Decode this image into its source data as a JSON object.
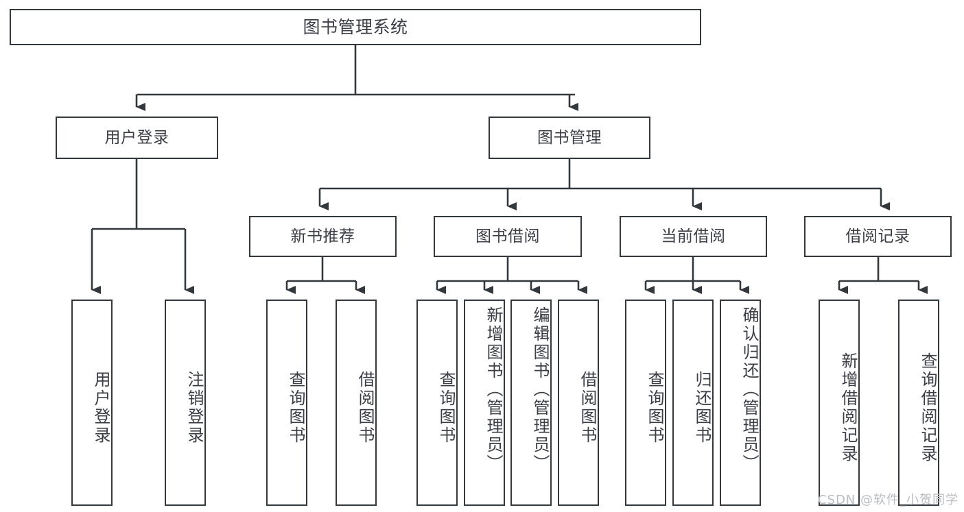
{
  "diagram": {
    "title": "图书管理系统",
    "type": "tree-hierarchy-diagram",
    "watermark": "CSDN @软件_小贺同学",
    "colors": {
      "box_border": "#33383d",
      "box_fill": "#ffffff",
      "text": "#3b3f45",
      "edge": "#33383d",
      "watermark": "#b9bcc0"
    },
    "nodes": {
      "root": {
        "label": "图书管理系统"
      },
      "level2": [
        {
          "id": "user-login",
          "label": "用户登录"
        },
        {
          "id": "book-management",
          "label": "图书管理"
        }
      ],
      "level3": [
        {
          "id": "new-book-recommend",
          "label": "新书推荐"
        },
        {
          "id": "book-borrow",
          "label": "图书借阅"
        },
        {
          "id": "current-borrow",
          "label": "当前借阅"
        },
        {
          "id": "borrow-record",
          "label": "借阅记录"
        }
      ],
      "leaves": {
        "user-login": [
          {
            "id": "user-login-action",
            "label": "用户登录"
          },
          {
            "id": "user-logout-action",
            "label": "注销登录"
          }
        ],
        "new-book-recommend": [
          {
            "id": "query-book-1",
            "label": "查询图书"
          },
          {
            "id": "borrow-book-1",
            "label": "借阅图书"
          }
        ],
        "book-borrow": [
          {
            "id": "query-book-2",
            "label": "查询图书"
          },
          {
            "id": "add-book-admin",
            "label": "新增图书（管理员）"
          },
          {
            "id": "edit-book-admin",
            "label": "编辑图书（管理员）"
          },
          {
            "id": "borrow-book-2",
            "label": "借阅图书"
          }
        ],
        "current-borrow": [
          {
            "id": "query-book-3",
            "label": "查询图书"
          },
          {
            "id": "return-book",
            "label": "归还图书"
          },
          {
            "id": "confirm-return-admin",
            "label": "确认归还（管理员）"
          }
        ],
        "borrow-record": [
          {
            "id": "add-borrow-record",
            "label": "新增借阅记录"
          },
          {
            "id": "query-borrow-record",
            "label": "查询借阅记录"
          }
        ]
      }
    }
  }
}
